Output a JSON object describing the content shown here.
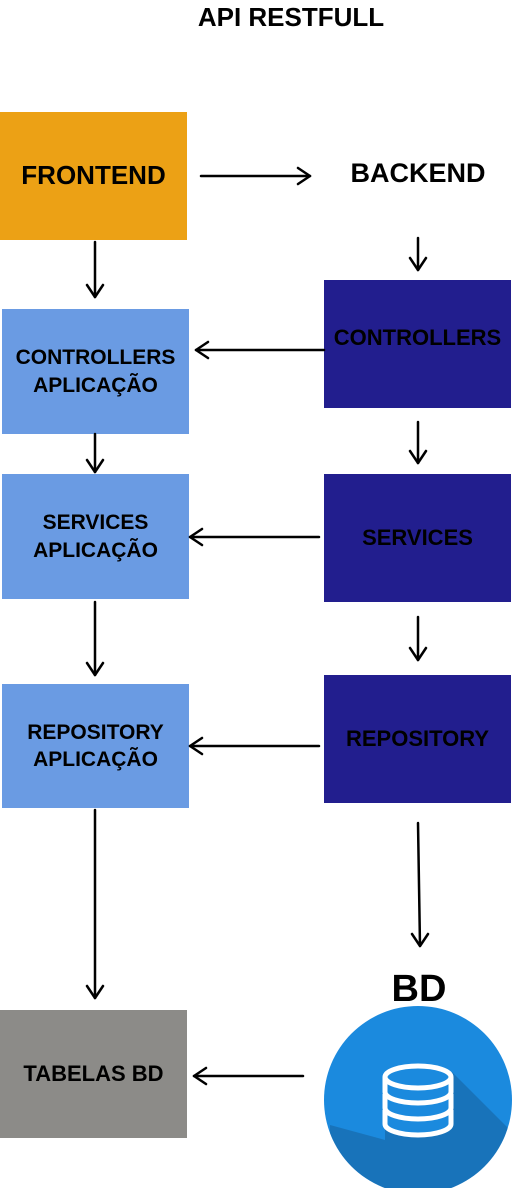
{
  "title": "API RESTFULL",
  "frontend": "FRONTEND",
  "backend": "BACKEND",
  "app_layers": {
    "controllers": [
      "CONTROLLERS",
      "APLICAÇÃO"
    ],
    "services": [
      "SERVICES",
      "APLICAÇÃO"
    ],
    "repository": [
      "REPOSITORY",
      "APLICAÇÃO"
    ]
  },
  "backend_layers": {
    "controllers": "CONTROLLERS",
    "services": "SERVICES",
    "repository": "REPOSITORY"
  },
  "tables": "TABELAS BD",
  "database": "BD",
  "database_icon": "database-icon",
  "colors": {
    "frontend": "#eca115",
    "app_layer": "#6a9be3",
    "backend_layer": "#221e8e",
    "tables": "#8c8b88",
    "database_circle": "#1b8ade"
  }
}
